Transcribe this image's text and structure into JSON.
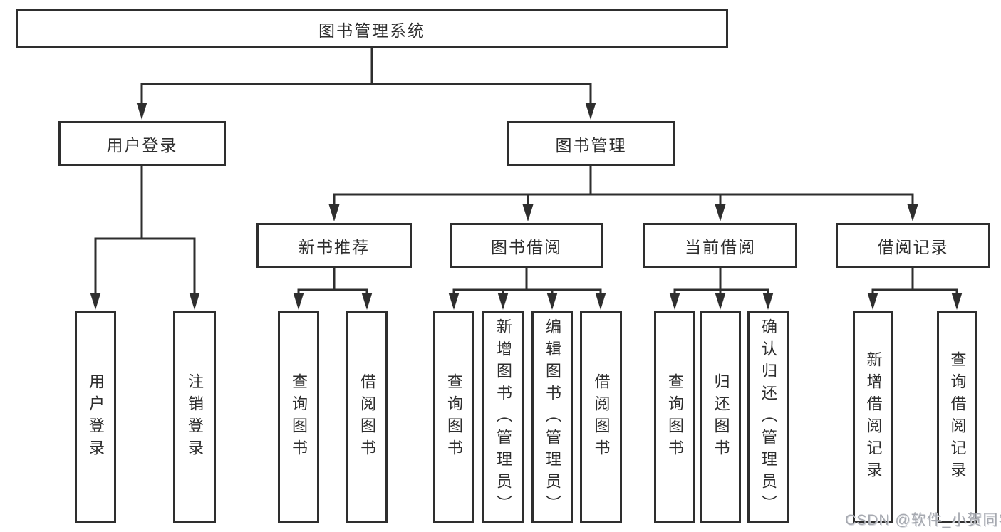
{
  "diagram": {
    "root": "图书管理系统",
    "branches": [
      {
        "label": "用户登录",
        "children": [
          "用户登录",
          "注销登录"
        ]
      },
      {
        "label": "图书管理",
        "children": [
          {
            "label": "新书推荐",
            "children": [
              "查询图书",
              "借阅图书"
            ]
          },
          {
            "label": "图书借阅",
            "children": [
              "查询图书",
              "新增图书（管理员）",
              "编辑图书（管理员）",
              "借阅图书"
            ]
          },
          {
            "label": "当前借阅",
            "children": [
              "查询图书",
              "归还图书",
              "确认归还（管理员）"
            ]
          },
          {
            "label": "借阅记录",
            "children": [
              "新增借阅记录",
              "查询借阅记录"
            ]
          }
        ]
      }
    ]
  },
  "watermark": "CSDN @软件_小贺同学",
  "colors": {
    "line": "#2e2e2e",
    "text": "#2e2e2e",
    "background": "#ffffff",
    "watermark": "#a6a9b0"
  }
}
